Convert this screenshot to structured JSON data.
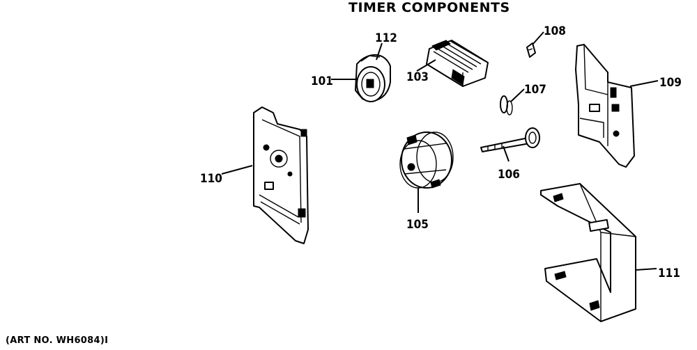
{
  "title": "TIMER COMPONENTS",
  "art_number": "(ART NO. WH6084)I",
  "callouts": [
    "101",
    "112",
    "103",
    "108",
    "107",
    "109",
    "110",
    "105",
    "106",
    "111"
  ]
}
